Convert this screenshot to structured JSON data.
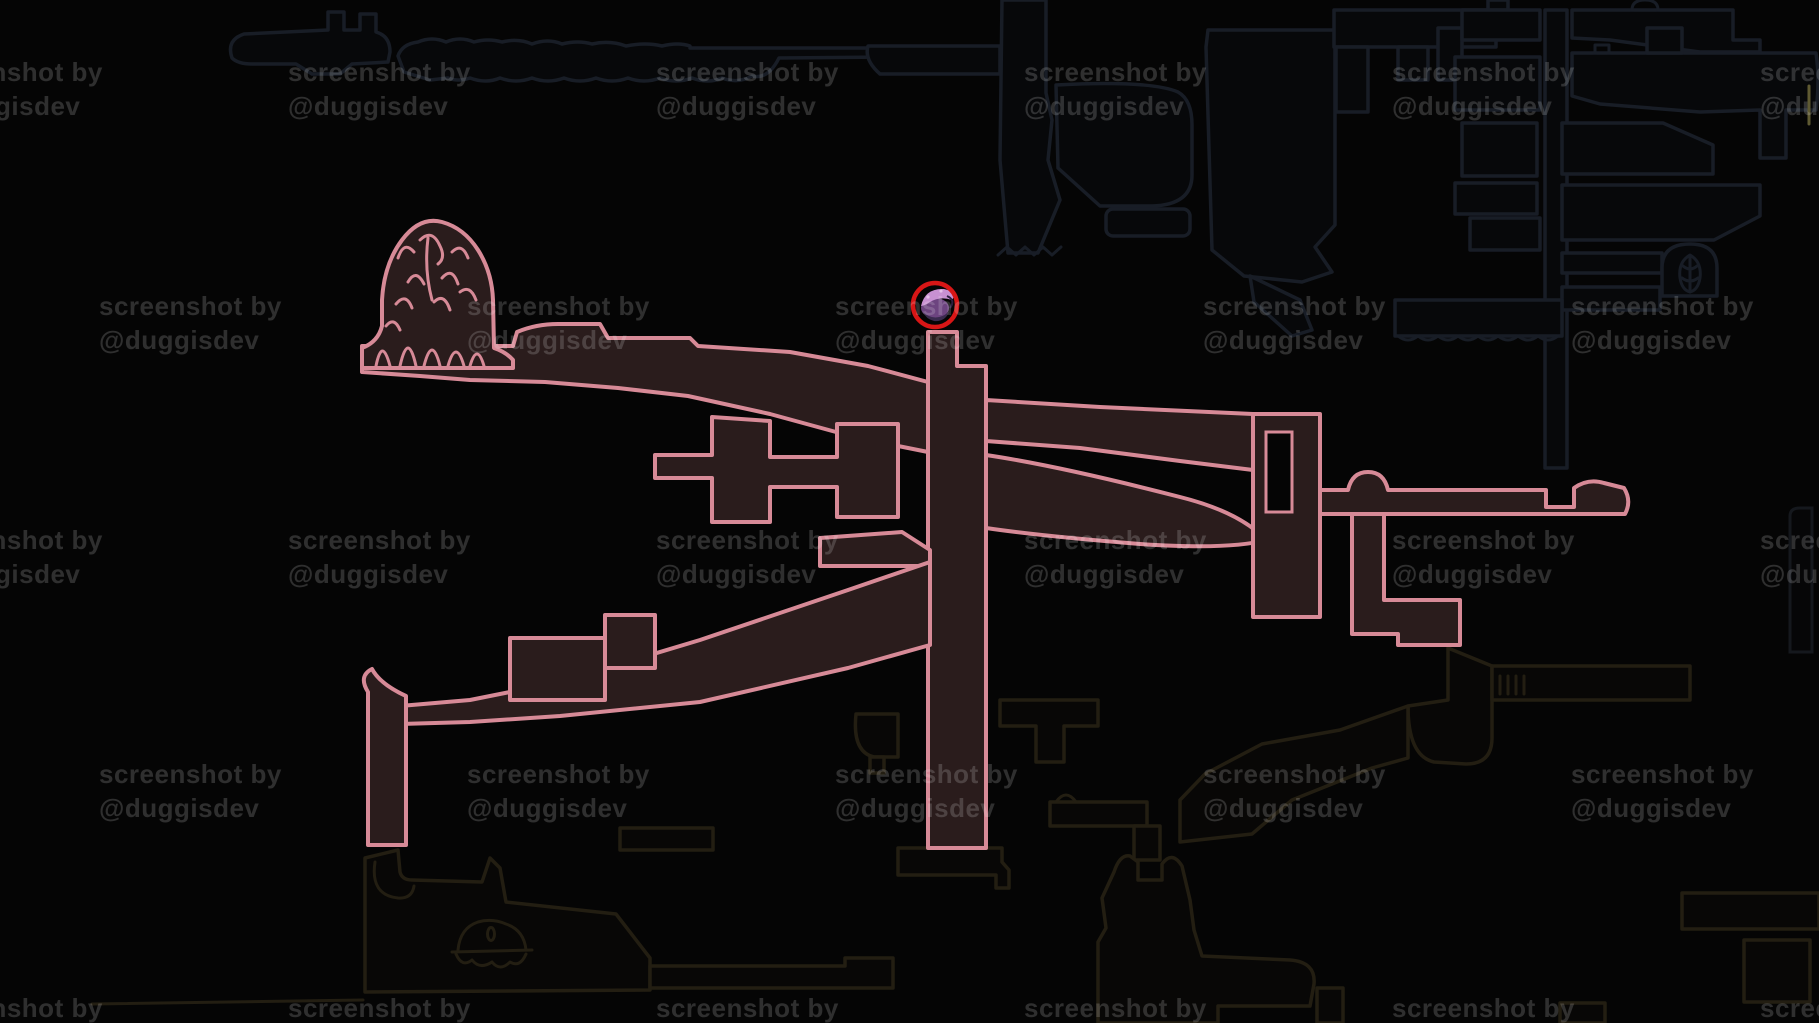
{
  "watermark": {
    "line1": "screenshot by",
    "line2": "@duggisdev",
    "grid": {
      "row_tops": [
        55,
        289,
        523,
        757,
        991
      ],
      "row_col_xs": [
        [
          -80,
          288,
          656,
          1024,
          1392,
          1760
        ],
        [
          99,
          467,
          835,
          1203,
          1571
        ],
        [
          -80,
          288,
          656,
          1024,
          1392,
          1760
        ],
        [
          99,
          467,
          835,
          1203,
          1571
        ],
        [
          -80,
          288,
          656,
          1024,
          1392,
          1760
        ]
      ]
    }
  },
  "marker": {
    "type": "red-circle-annotation",
    "icon": "flea-icon"
  },
  "map": {
    "legend_icons": [
      "flea-icon",
      "bell-icon",
      "leaf-icon",
      "ladder-ticks-icon",
      "elevator-tick"
    ],
    "colors": {
      "background": "#050505",
      "explored_outline": "#d78a97",
      "explored_fill": "#2a1c1c",
      "unexplored_blue_outline": "#181d26",
      "unexplored_olive_outline": "#231e12",
      "marker_red": "#d81616",
      "flea_purple_body": "#6d4480",
      "flea_purple_light": "#c891d2",
      "elevator_tick_yellow": "#5f5a32"
    }
  }
}
